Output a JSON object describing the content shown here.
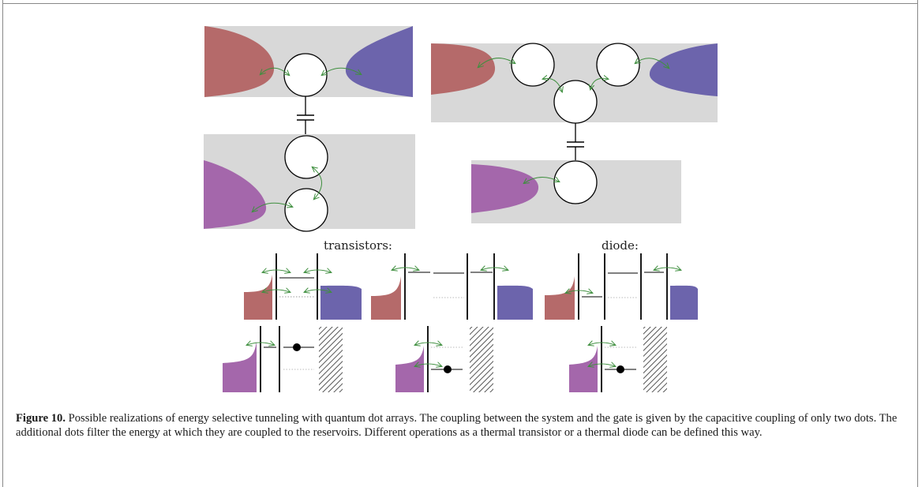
{
  "figure": {
    "label_transistors": "transistors:",
    "label_diode": "diode:",
    "colors": {
      "hot_reservoir": "#b56a6a",
      "cold_reservoir": "#6c64ac",
      "gate_reservoir": "#a467ab",
      "substrate": "#d8d8d8",
      "tunneling_arrow": "#3f8f3f"
    }
  },
  "caption": {
    "label": "Figure 10.",
    "text": " Possible realizations of energy selective tunneling with quantum dot arrays. The coupling between the system and the gate is given by the capacitive coupling of only two dots. The additional dots filter the energy at which they are coupled to the reservoirs. Different operations as a thermal transistor or a thermal diode can be defined this way."
  }
}
